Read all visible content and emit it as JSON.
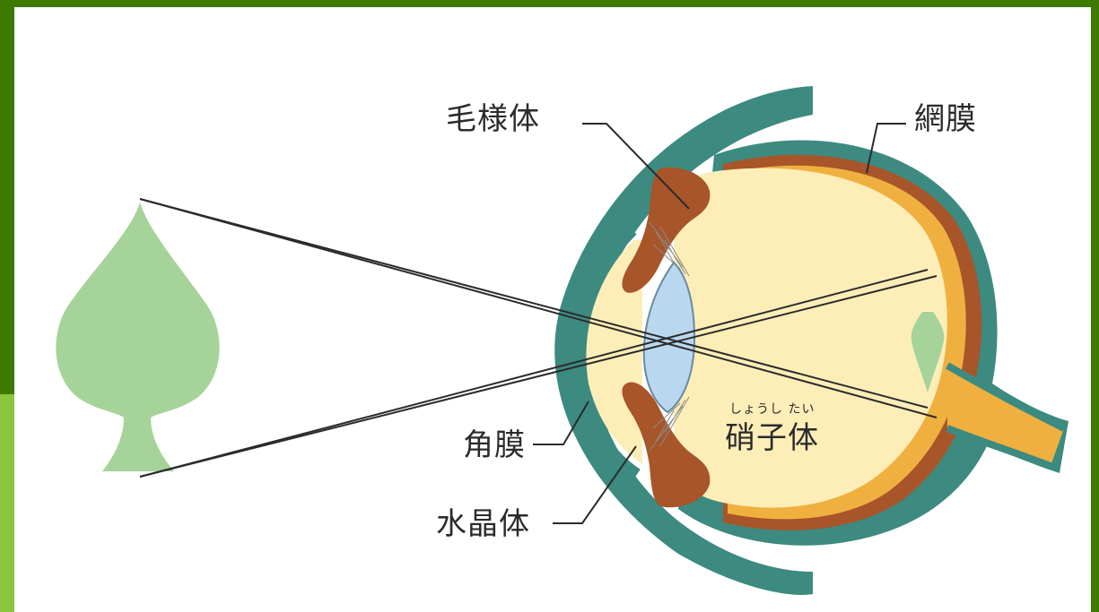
{
  "labels": {
    "ciliary_body": "毛様体",
    "retina": "網膜",
    "cornea": "角膜",
    "lens": "水晶体",
    "vitreous_body": "硝子体",
    "vitreous_body_reading": "しょうし たい"
  },
  "colors": {
    "frame_green": "#3f7a00",
    "frame_light_green": "#8cc63f",
    "sclera_teal": "#3c8a80",
    "eye_interior": "#fdeeb8",
    "retina_brown": "#a8552a",
    "retina_orange": "#f0b040",
    "lens_blue": "#b9d8f0",
    "leaf_green": "#a5d39a"
  }
}
